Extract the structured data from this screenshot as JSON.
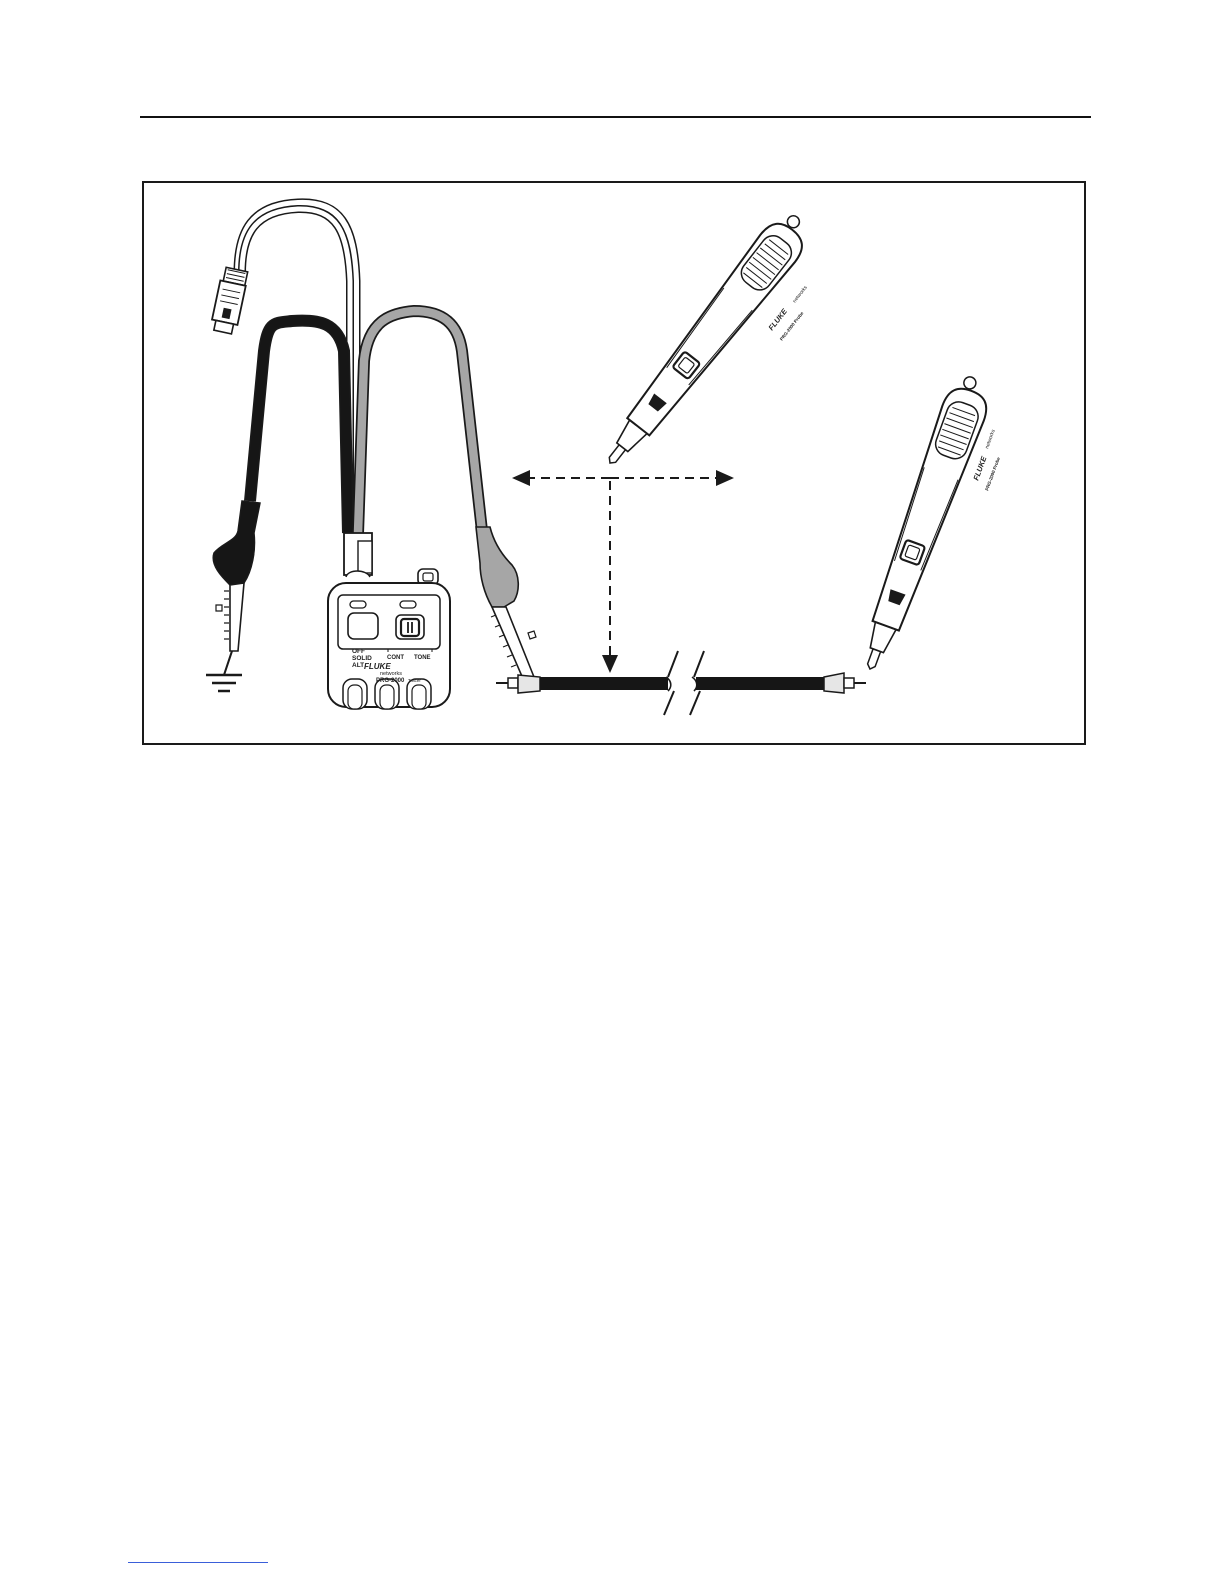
{
  "generator": {
    "switch_positions": [
      "OFF",
      "SOLID",
      "ALT"
    ],
    "mode_labels": [
      "CONT",
      "TONE"
    ],
    "brand": "FLUKE",
    "brand_sub": "networks",
    "model": "PRG-2000",
    "model_suffix": "Tracer"
  },
  "probe": {
    "brand": "FLUKE",
    "brand_sub": "networks",
    "model": "PRG-2000 Probe"
  },
  "colors": {
    "line": "#1a1a1a",
    "black_lead": "#161616",
    "gray_lead": "#a6a6a6",
    "footer_link": "#3a5fd9"
  }
}
